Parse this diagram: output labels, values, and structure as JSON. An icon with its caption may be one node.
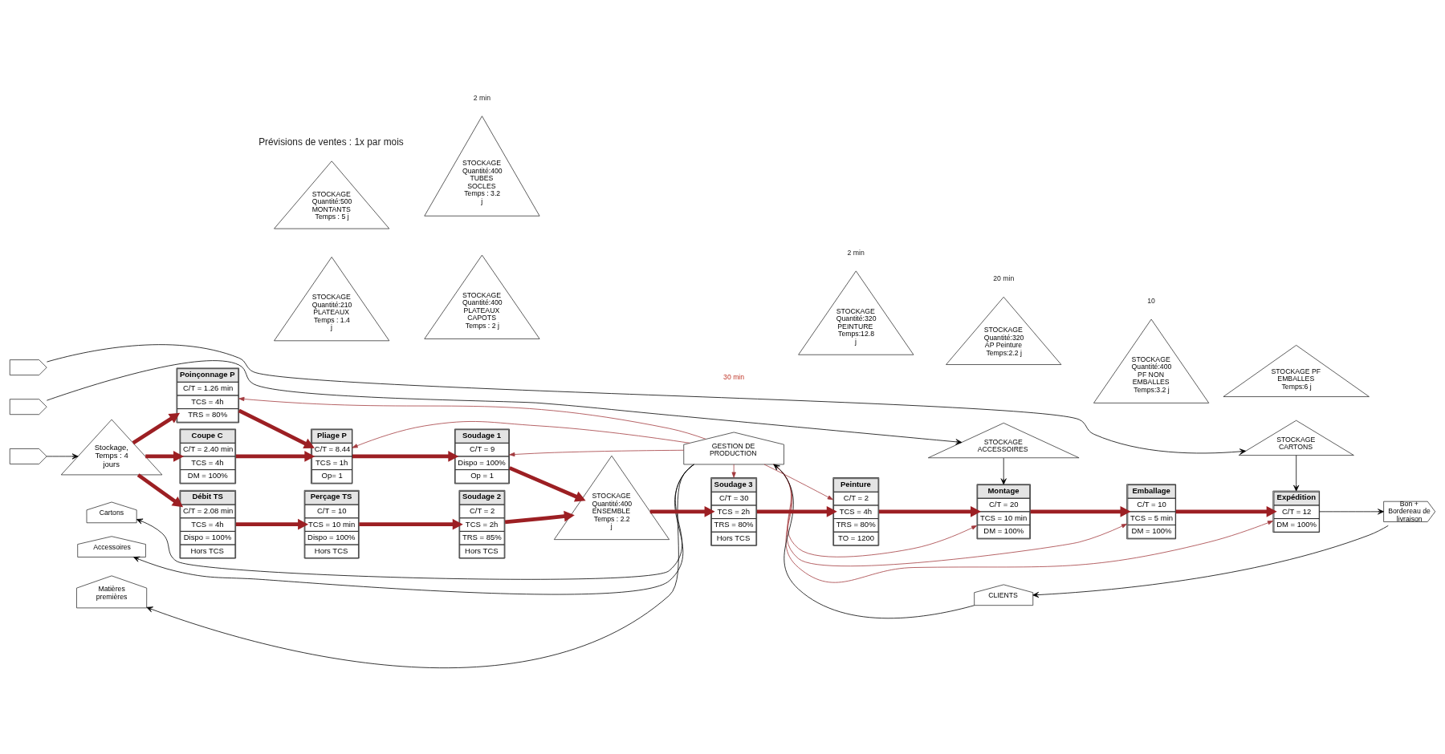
{
  "diagram": {
    "nodes": [
      {
        "text": [],
        "shape": "truck"
      },
      {
        "text": [
          "Cartons"
        ]
      },
      {
        "text": [],
        "shape": "truck"
      },
      {
        "text": [
          "Accessoires"
        ]
      },
      {
        "text": [],
        "shape": "truck"
      },
      {
        "text": [
          "Matières premières"
        ]
      },
      {
        "text": [
          "GESTION DE PRODUCTION"
        ]
      },
      {
        "text": [
          "CLIENTS"
        ]
      },
      {
        "text": [
          "Bon + Bordereau de livraison"
        ]
      },
      {
        "text": [
          "Stockage, Temps : 4 jours"
        ]
      },
      {
        "text": [
          "Poinçonnage P",
          "C/T = 1.26 min",
          "TCS = 4h",
          "TRS = 80%"
        ]
      },
      {
        "text": [
          "Coupe C",
          "C/T = 2.40 min",
          "TCS = 4h",
          "DM = 100%"
        ]
      },
      {
        "text": [
          "Débit TS",
          "C/T = 2.08 min",
          "TCS = 4h",
          "Dispo = 100%",
          "Hors TCS"
        ]
      },
      {
        "text": [
          "STOCKAGE Quantité:210 PLATEAUX Temps : 1.4 j"
        ]
      },
      {
        "text": [
          "STOCKAGE Quantité:500 MONTANTS Temps : 5 j"
        ]
      },
      {
        "text": [
          "Pliage P",
          "C/T = 8.44",
          "TCS = 1h",
          "Op= 1"
        ]
      },
      {
        "text": [
          "Perçage TS",
          "C/T = 10",
          "TCS = 10 min",
          "Dispo = 100%",
          "Hors TCS"
        ]
      },
      {
        "text": [
          "STOCKAGE Quantité:400 PLATEAUX CAPOTS Temps : 2 j"
        ]
      },
      {
        "text": [
          "STOCKAGE Quantité:400 TUBES SOCLES Temps : 3.2 j"
        ]
      },
      {
        "text": [
          "Soudage 1",
          "C/T = 9",
          "Dispo = 100%",
          "Op = 1"
        ]
      },
      {
        "text": [
          "Soudage 2",
          "C/T = 2",
          "TCS = 2h",
          "TRS = 85%",
          "Hors TCS"
        ]
      },
      {
        "text": [
          "STOCKAGE Quantité:400 ENSEMBLE Temps : 2.2 j"
        ]
      },
      {
        "text": [
          "Soudage 3",
          "C/T = 30",
          "TCS = 2h",
          "TRS = 80%",
          "Hors TCS"
        ]
      },
      {
        "text": [
          "STOCKAGE Quantité:320 PEINTURE Temps:12.8 j"
        ]
      },
      {
        "text": [
          "Peinture",
          "C/T = 2",
          "TCS = 4h",
          "TRS = 80%",
          "TO = 1200"
        ]
      },
      {
        "text": [
          "STOCKAGE Quantité:320 AP Peinture Temps:2.2 j"
        ]
      },
      {
        "text": [
          "Montage",
          "C/T = 20",
          "TCS = 10 min",
          "DM = 100%"
        ]
      },
      {
        "text": [
          "STOCKAGE Quantité:400 PF NON EMBALLES Temps:3.2 j"
        ]
      },
      {
        "text": [
          "Emballage",
          "C/T = 10",
          "TCS = 5 min",
          "DM = 100%"
        ]
      },
      {
        "text": [
          "STOCKAGE PF EMBALLES Temps:6 j"
        ]
      },
      {
        "text": [
          "Expédition",
          "C/T = 12",
          "DM = 100%"
        ]
      },
      {
        "text": [
          "STOCKAGE ACCESSOIRES"
        ]
      },
      {
        "text": [
          "STOCKAGE CARTONS"
        ]
      }
    ],
    "edges": [
      {
        "from": 6,
        "to": 1,
        "arrow": "to",
        "color": "#000000"
      },
      {
        "from": 6,
        "to": 3,
        "arrow": "to",
        "color": "#000000"
      },
      {
        "from": 6,
        "to": 5,
        "arrow": "to",
        "color": "#000000"
      },
      {
        "from": 7,
        "to": 6,
        "arrow": "to",
        "color": "#000000"
      },
      {
        "from": 8,
        "to": 7,
        "arrow": "to",
        "color": "#000000"
      },
      {
        "from": 30,
        "to": 8,
        "arrow": "to",
        "color": "#000000"
      },
      {
        "from": 0,
        "to": 32,
        "arrow": "to",
        "color": "#000000"
      },
      {
        "from": 2,
        "to": 31,
        "arrow": "to",
        "color": "#000000"
      },
      {
        "from": 4,
        "to": 9,
        "arrow": "to",
        "color": "#000000"
      },
      {
        "from": 31,
        "to": 26,
        "arrow": "to",
        "color": "#000000"
      },
      {
        "from": 32,
        "to": 30,
        "arrow": "to",
        "color": "#000000"
      },
      {
        "from": 6,
        "to": 10,
        "arrow": "to",
        "color": "#a33a3e"
      },
      {
        "from": 6,
        "to": 15,
        "arrow": "to",
        "color": "#a33a3e"
      },
      {
        "from": 6,
        "to": 19,
        "arrow": "to",
        "color": "#a33a3e"
      },
      {
        "from": 6,
        "to": 22,
        "arrow": "to",
        "color": "#a33a3e"
      },
      {
        "from": 6,
        "to": 24,
        "arrow": "to",
        "color": "#a33a3e"
      },
      {
        "from": 6,
        "to": 26,
        "arrow": "to",
        "color": "#a33a3e"
      },
      {
        "from": 6,
        "to": 28,
        "arrow": "to",
        "color": "#a33a3e"
      },
      {
        "from": 6,
        "to": 30,
        "arrow": "to",
        "color": "#a33a3e"
      },
      {
        "from": 9,
        "to": 10,
        "arrow": "to",
        "style": "thick",
        "color": "#9c1f23"
      },
      {
        "from": 9,
        "to": 11,
        "arrow": "to",
        "style": "thick",
        "color": "#9c1f23"
      },
      {
        "from": 9,
        "to": 12,
        "arrow": "to",
        "style": "thick",
        "color": "#9c1f23"
      },
      {
        "from": 10,
        "to": 15,
        "arrow": "to",
        "style": "thick",
        "color": "#9c1f23"
      },
      {
        "from": 11,
        "to": 15,
        "arrow": "to",
        "style": "thick",
        "color": "#9c1f23"
      },
      {
        "from": 12,
        "to": 16,
        "arrow": "to",
        "style": "thick",
        "color": "#9c1f23"
      },
      {
        "from": 15,
        "to": 19,
        "arrow": "to",
        "style": "thick",
        "color": "#9c1f23"
      },
      {
        "from": 16,
        "to": 20,
        "arrow": "to",
        "style": "thick",
        "color": "#9c1f23"
      },
      {
        "from": 19,
        "to": 21,
        "arrow": "to",
        "style": "thick",
        "color": "#9c1f23"
      },
      {
        "from": 20,
        "to": 21,
        "arrow": "to",
        "style": "thick",
        "color": "#9c1f23"
      },
      {
        "from": 21,
        "to": 22,
        "arrow": "to",
        "style": "thick",
        "color": "#9c1f23"
      },
      {
        "from": 22,
        "to": 24,
        "arrow": "to",
        "style": "thick",
        "color": "#9c1f23"
      },
      {
        "from": 24,
        "to": 26,
        "arrow": "to",
        "style": "thick",
        "color": "#9c1f23"
      },
      {
        "from": 26,
        "to": 28,
        "arrow": "to",
        "style": "thick",
        "color": "#9c1f23"
      },
      {
        "from": 28,
        "to": 30,
        "arrow": "to",
        "style": "thick",
        "color": "#9c1f23"
      }
    ],
    "labels": [
      "Prévisions de ventes : 1x par mois",
      "2 min",
      "30 min",
      "2 min",
      "20 min",
      "10"
    ]
  }
}
